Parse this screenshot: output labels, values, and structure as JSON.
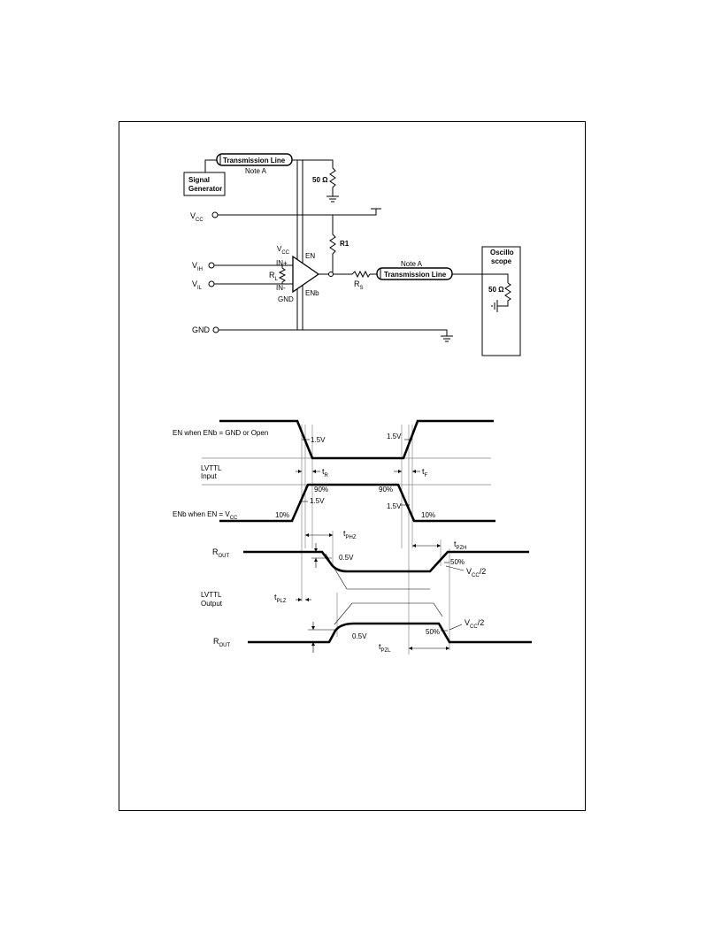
{
  "circuit": {
    "signal_generator": "Signal Generator",
    "signal_generator_line1": "Signal",
    "signal_generator_line2": "Generator",
    "transmission_line_top": "Transmission Line",
    "note_top": "Note A",
    "r50_top": "50 Ω",
    "vcc_pin": "V",
    "vcc_pin_sub": "CC",
    "vih_pin": "V",
    "vih_pin_sub": "IH",
    "vil_pin": "V",
    "vil_pin_sub": "IL",
    "gnd_pin": "GND",
    "dut_vcc": "V",
    "dut_vcc_sub": "CC",
    "dut_en": "EN",
    "dut_inp": "IN+",
    "dut_inn": "IN-",
    "dut_rl": "R",
    "dut_rl_sub": "L",
    "dut_gnd": "GND",
    "dut_enb": "ENb",
    "r1": "R1",
    "rs": "R",
    "rs_sub": "S",
    "note_right": "Note A",
    "transmission_line_right": "Transmission Line",
    "oscilloscope_line1": "Oscillo",
    "oscilloscope_line2": "scope",
    "r50_scope": "50 Ω"
  },
  "timing": {
    "en_label": "EN when ENb = GND or Open",
    "enb_label": "ENb when EN = V",
    "enb_label_sub": "CC",
    "lvttl_input_line1": "LVTTL",
    "lvttl_input_line2": "Input",
    "lvttl_output_line1": "LVTTL",
    "lvttl_output_line2": "Output",
    "v15_a": "1.5V",
    "v15_b": "1.5V",
    "v15_c": "1.5V",
    "v15_d": "1.5V",
    "pct90_a": "90%",
    "pct90_b": "90%",
    "pct10_a": "10%",
    "pct10_b": "10%",
    "tr": "t",
    "tr_sub": "R",
    "tf": "t",
    "tf_sub": "F",
    "tphz": "t",
    "tphz_sub": "PHZ",
    "tpzh": "t",
    "tpzh_sub": "PZH",
    "tplz": "t",
    "tplz_sub": "PLZ",
    "tpzl": "t",
    "tpzl_sub": "PZL",
    "rout_top": "R",
    "rout_top_sub": "OUT",
    "rout_bot": "R",
    "rout_bot_sub": "OUT",
    "v05_a": "0.5V",
    "v05_b": "0.5V",
    "pct50_a": "50%",
    "pct50_b": "50%",
    "vcc2_a": "V",
    "vcc2_a_sub": "CC",
    "vcc2_a_tail": "/2",
    "vcc2_b": "V",
    "vcc2_b_sub": "CC",
    "vcc2_b_tail": "/2"
  }
}
